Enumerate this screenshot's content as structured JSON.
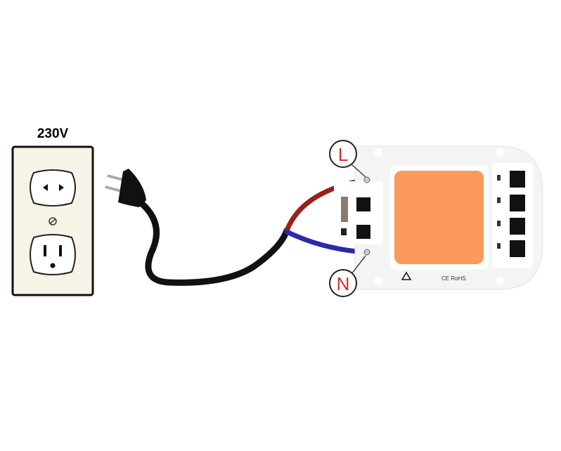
{
  "outlet": {
    "voltage_label": "230V"
  },
  "led_module": {
    "marking": "CE RoHS",
    "live_label": "L",
    "neutral_label": "N"
  },
  "colors": {
    "live_wire": "#9a1f1a",
    "neutral_wire": "#2a2aa8",
    "led": "#fb9a5a",
    "label_red": "#d8302a",
    "outlet_fill": "#f7f3e6"
  }
}
